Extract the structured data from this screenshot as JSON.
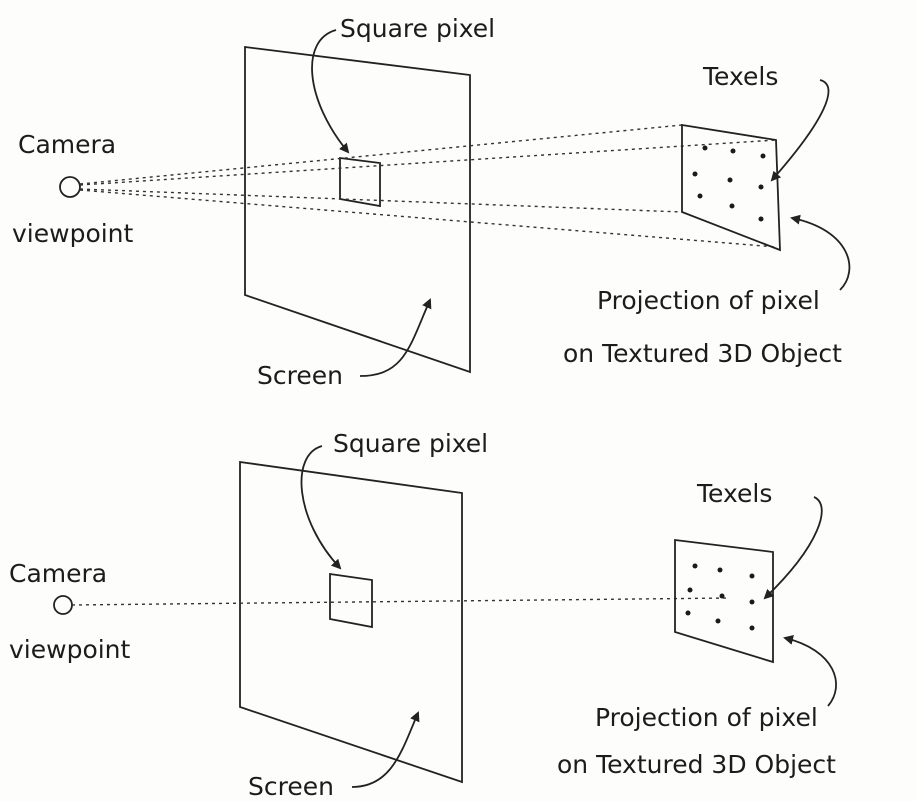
{
  "top": {
    "camera_label_1": "Camera",
    "camera_label_2": "viewpoint",
    "square_pixel_label": "Square pixel",
    "screen_label": "Screen",
    "texels_label": "Texels",
    "projection_label_1": "Projection of pixel",
    "projection_label_2": "on Textured 3D Object"
  },
  "bottom": {
    "camera_label_1": "Camera",
    "camera_label_2": "viewpoint",
    "square_pixel_label": "Square pixel",
    "screen_label": "Screen",
    "texels_label": "Texels",
    "projection_label_1": "Projection of pixel",
    "projection_label_2": "on Textured 3D Object"
  }
}
